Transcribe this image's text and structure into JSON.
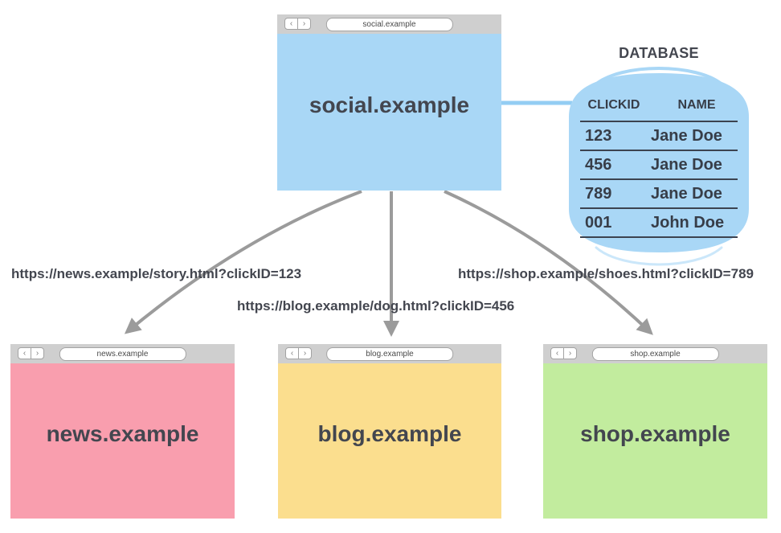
{
  "colors": {
    "blue": "#A9D7F6",
    "connector": "#93CDF3",
    "pink": "#F99EAE",
    "yellow": "#FBDE8E",
    "green": "#C2EC9E",
    "chrome": "#CFCFCF",
    "arrow": "#9B9B9B",
    "ink": "#43464F",
    "line": "#3C4350"
  },
  "nav": {
    "back": "‹",
    "forward": "›"
  },
  "windows": {
    "social": {
      "address": "social.example",
      "label": "social.example"
    },
    "news": {
      "address": "news.example",
      "label": "news.example"
    },
    "blog": {
      "address": "blog.example",
      "label": "blog.example"
    },
    "shop": {
      "address": "shop.example",
      "label": "shop.example"
    }
  },
  "database": {
    "title": "DATABASE",
    "headers": [
      "CLICKID",
      "NAME"
    ],
    "rows": [
      [
        "123",
        "Jane Doe"
      ],
      [
        "456",
        "Jane Doe"
      ],
      [
        "789",
        "Jane Doe"
      ],
      [
        "001",
        "John Doe"
      ]
    ]
  },
  "urls": {
    "news": "https://news.example/story.html?clickID=123",
    "blog": "https://blog.example/dog.html?clickID=456",
    "shop": "https://shop.example/shoes.html?clickID=789"
  }
}
